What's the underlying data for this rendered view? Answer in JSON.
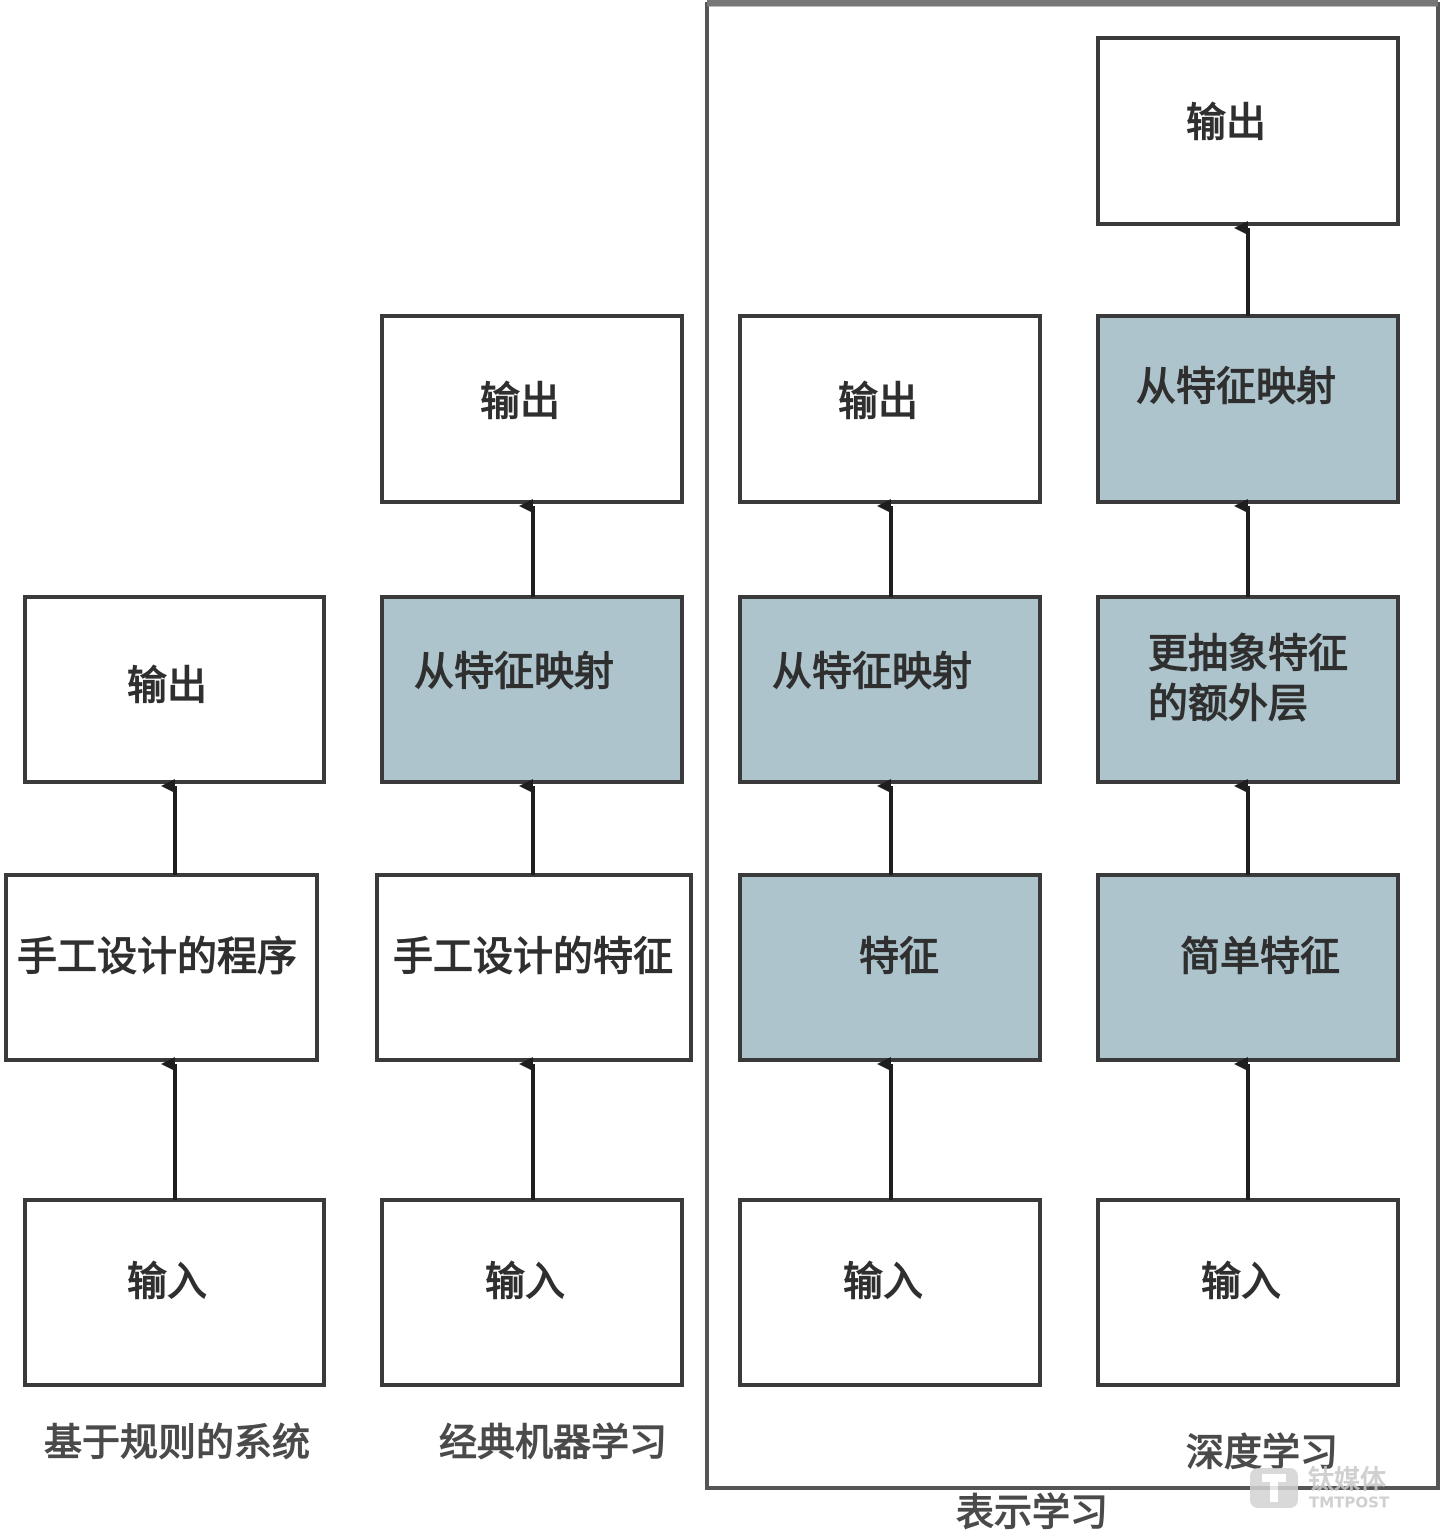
{
  "colors": {
    "plain_fill": "#ffffff",
    "feature_fill": "#adc4cc",
    "stroke": "#3a3a3a",
    "frame": "#4a4a4a"
  },
  "columns": {
    "rule_based": {
      "caption": "基于规则的系统",
      "input": "输入",
      "program": "手工设计的程序",
      "output": "输出"
    },
    "classic_ml": {
      "caption": "经典机器学习",
      "input": "输入",
      "features": "手工设计的特征",
      "mapping": "从特征映射",
      "output": "输出"
    },
    "representation": {
      "input": "输入",
      "features": "特征",
      "mapping": "从特征映射",
      "output": "输出"
    },
    "deep": {
      "caption": "深度学习",
      "input": "输入",
      "simple_features": "简单特征",
      "abstract_layers_line1": "更抽象特征",
      "abstract_layers_line2": "的额外层",
      "mapping": "从特征映射",
      "output": "输出"
    }
  },
  "frame_caption": "表示学习",
  "watermark": {
    "cn": "钛媒体",
    "en": "TMTPOST"
  }
}
